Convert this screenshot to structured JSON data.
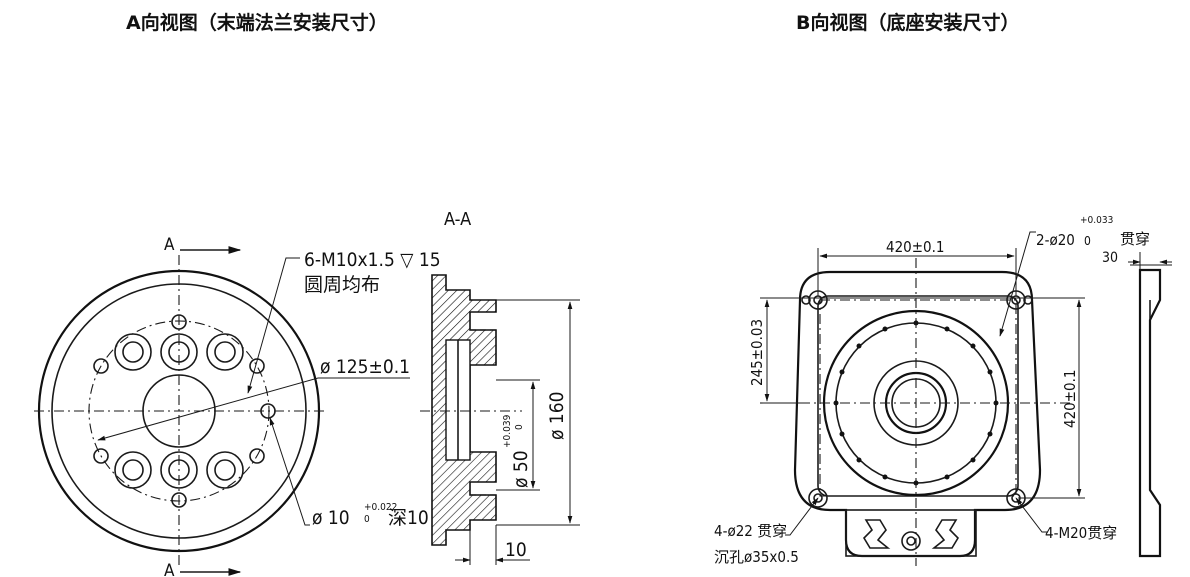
{
  "titles": {
    "view_a": "A向视图（末端法兰安装尺寸）",
    "view_b": "B向视图（底座安装尺寸）"
  },
  "flange_view": {
    "section_marker_top": "A",
    "section_marker_bottom": "A",
    "thread_note": "6-M10x1.5 ▽ 15",
    "thread_note_2": "圆周均布",
    "pcd_label": "ø 125±0.1",
    "pin_label_main": "ø 10",
    "pin_tol_upper": "+0.022",
    "pin_tol_lower": "0",
    "pin_depth": "深10"
  },
  "section_view": {
    "title": "A-A",
    "dia_160": "ø 160",
    "dia_50_main": "ø 50",
    "dia_50_tol_upper": "+0.039",
    "dia_50_tol_lower": "0",
    "thickness_10": "10"
  },
  "base_view": {
    "width_dim": "420±0.1",
    "height_dim": "420±0.1",
    "offset_dim": "245±0.03",
    "pin_hole_main": "2-ø20",
    "pin_hole_tol_upper": "+0.033",
    "pin_hole_tol_lower": "0",
    "pin_through": "贯穿",
    "depth_30": "30",
    "mount_holes": "4-ø22 贯穿",
    "counterbore": "沉孔ø35x0.5",
    "thread_holes": "4-M20贯穿"
  }
}
